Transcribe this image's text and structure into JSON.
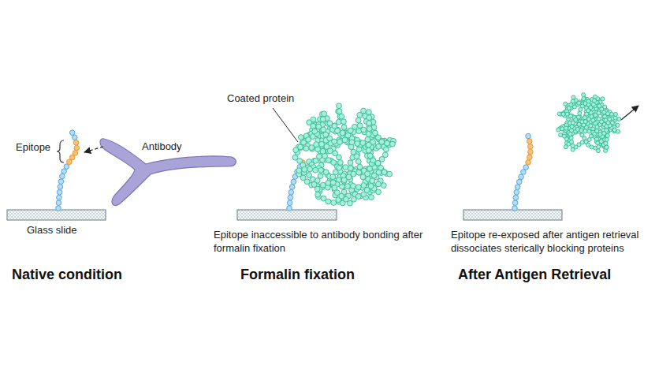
{
  "diagram": {
    "labels": [
      "Epitope",
      "Antibody",
      "Glass slide",
      "Native condition",
      "Coated protein",
      "Epitope inaccessible to antibody bonding after formalin fixation",
      "Formalin fixation",
      "Epitope re-exposed after antigen retrieval dissociates sterically blocking proteins",
      "After Antigen Retrieval"
    ]
  }
}
